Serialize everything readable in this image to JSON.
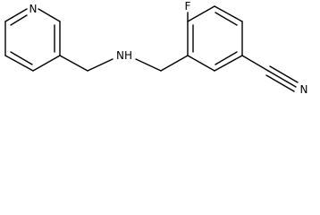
{
  "molecule": {
    "atoms": {
      "pyridine_n": "N",
      "amine_nh": "NH",
      "fluorine": "F",
      "nitrile_n": "N"
    }
  }
}
